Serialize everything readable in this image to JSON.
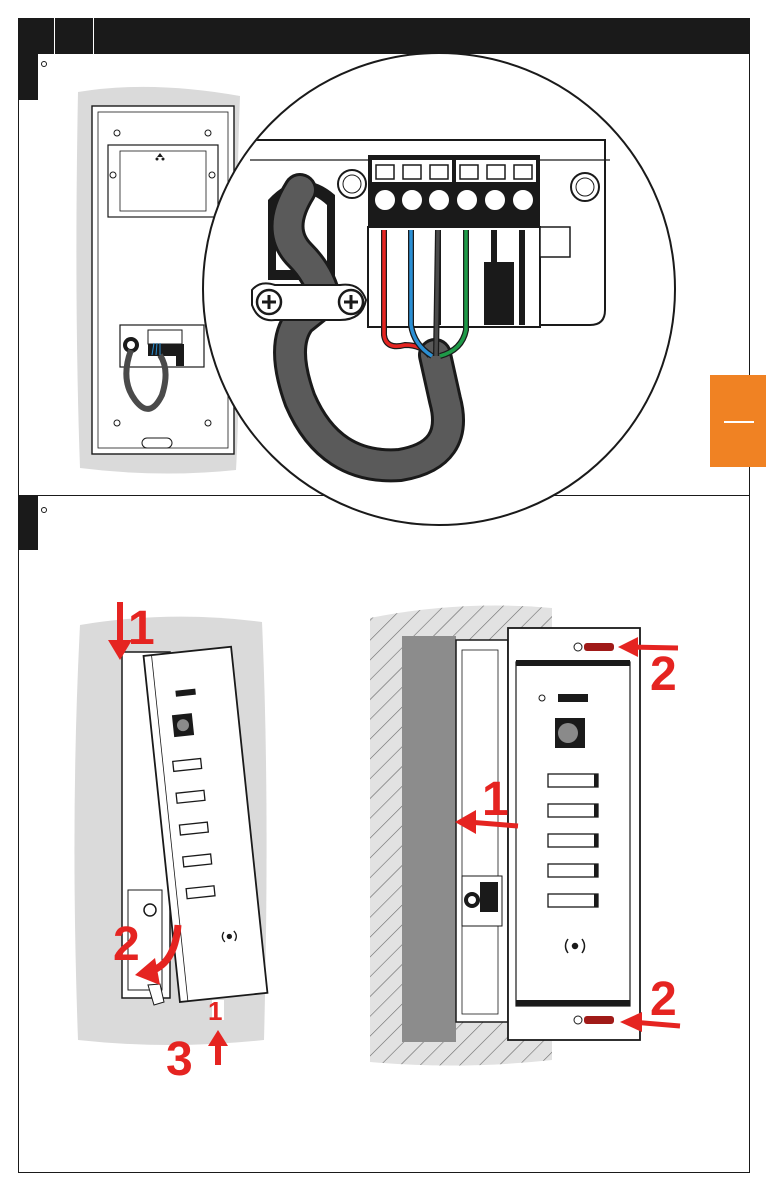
{
  "colors": {
    "accent_orange": "#f08223",
    "arrow_red": "#e52421",
    "ink": "#1a1a1a",
    "wall_gray": "#dadada",
    "cable_gray": "#5a5a5a",
    "wire_red": "#e52421",
    "wire_blue": "#2a8fd4",
    "wire_green": "#1e9a48",
    "wire_dark": "#3a3a3a"
  },
  "icons": {
    "arrow": "arrow-icon",
    "curved_arrow": "curved-arrow-icon",
    "screw": "screw-icon",
    "rfid": "rfid-icon"
  },
  "steps": {
    "left": [
      {
        "id": "1",
        "label": "1"
      },
      {
        "id": "2",
        "label": "2"
      },
      {
        "id": "3",
        "label": "3"
      }
    ],
    "right": [
      {
        "id": "1",
        "label": "1"
      },
      {
        "id": "2a",
        "label": "2"
      },
      {
        "id": "2b",
        "label": "2"
      }
    ]
  }
}
